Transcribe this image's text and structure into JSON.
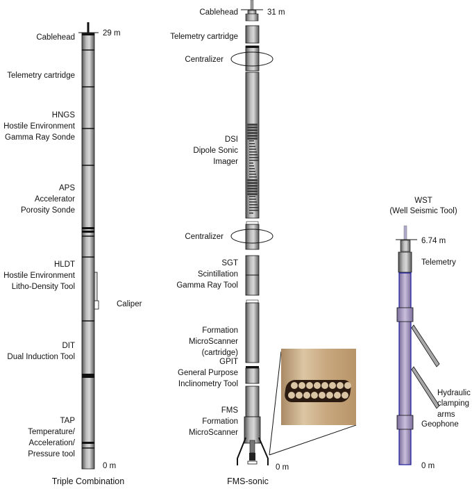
{
  "triple_combo": {
    "title": "Triple Combination",
    "top_length": "29 m",
    "bottom_length": "0 m",
    "cablehead": "Cablehead",
    "telemetry": "Telemetry cartridge",
    "hngs": [
      "HNGS",
      "Hostile Environment",
      "Gamma Ray Sonde"
    ],
    "aps": [
      "APS",
      "Accelerator",
      "Porosity Sonde"
    ],
    "hldt": [
      "HLDT",
      "Hostile Environment",
      "Litho-Density Tool"
    ],
    "caliper": "Caliper",
    "dit": [
      "DIT",
      "Dual Induction Tool"
    ],
    "tap": [
      "TAP",
      "Temperature/",
      "Acceleration/",
      "Pressure tool"
    ]
  },
  "fms_sonic": {
    "title": "FMS-sonic",
    "top_length": "31 m",
    "bottom_length": "0 m",
    "cablehead": "Cablehead",
    "telemetry": "Telemetry cartridge",
    "centralizer_1": "Centralizer",
    "dsi": [
      "DSI",
      "Dipole Sonic",
      "Imager"
    ],
    "centralizer_2": "Centralizer",
    "sgt": [
      "SGT",
      "Scintillation",
      "Gamma Ray Tool"
    ],
    "fms_cart": [
      "Formation",
      "MicroScanner",
      "(cartridge)"
    ],
    "gpit": [
      "GPIT",
      "General Purpose",
      "Inclinometry Tool"
    ],
    "fms": [
      "FMS",
      "Formation",
      "MicroScanner"
    ]
  },
  "wst": {
    "title": [
      "WST",
      "(Well Seismic Tool)"
    ],
    "top_length": "6.74 m",
    "bottom_length": "0 m",
    "telemetry": "Telemetry",
    "arms": [
      "Hydraulic",
      "clamping",
      "arms"
    ],
    "geophone": "Geophone"
  },
  "colors": {
    "tool_gray": "#9a9a9a",
    "wst_purple": "#a99bc4",
    "wst_outline": "#1a1aa0",
    "photo_bg": "#c9a77f"
  }
}
